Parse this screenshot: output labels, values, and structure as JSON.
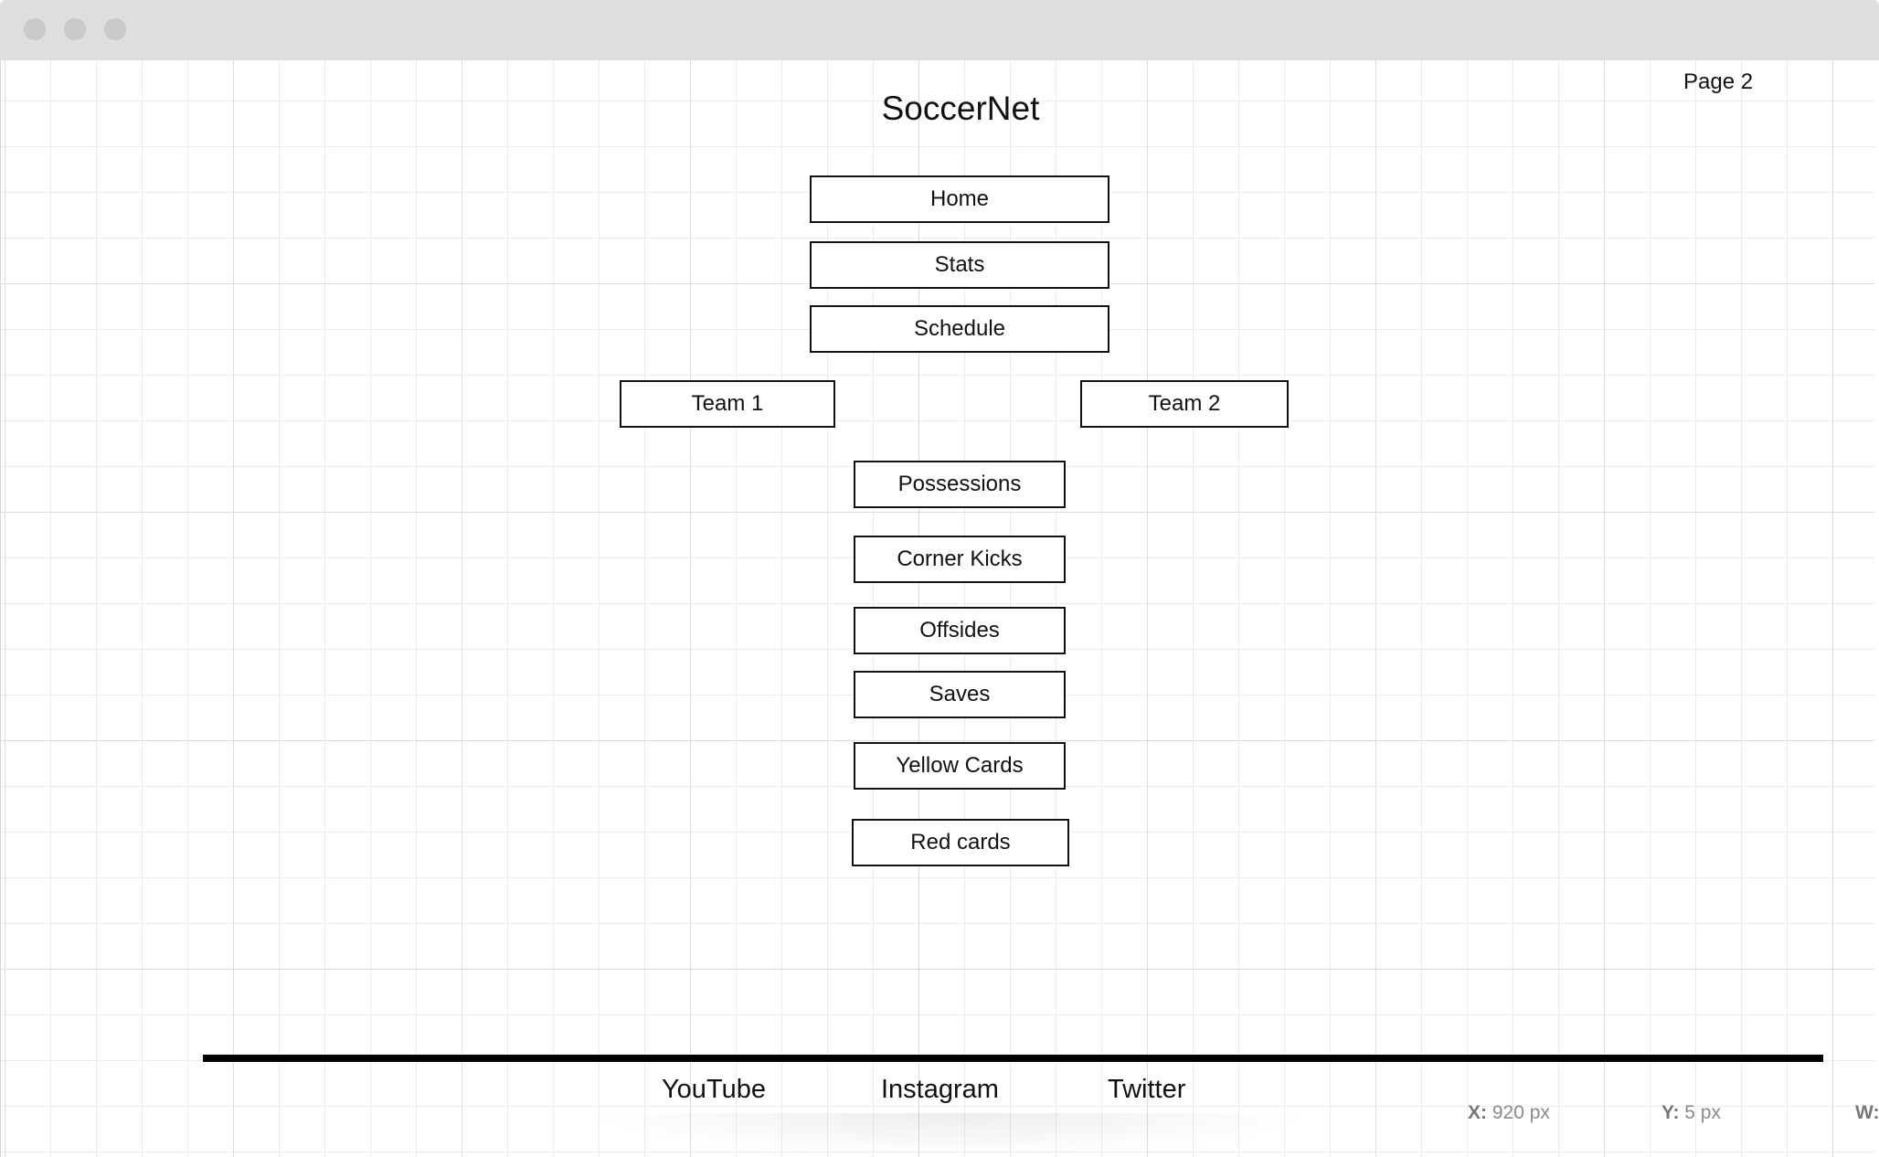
{
  "page_label": "Page 2",
  "app_title": "SoccerNet",
  "nav": {
    "home": "Home",
    "stats": "Stats",
    "schedule": "Schedule"
  },
  "teams": {
    "team1": "Team 1",
    "team2": "Team 2"
  },
  "stats": {
    "possessions": "Possessions",
    "corner_kicks": "Corner Kicks",
    "offsides": "Offsides",
    "saves": "Saves",
    "yellow_cards": "Yellow Cards",
    "red_cards": "Red cards"
  },
  "footer": {
    "youtube": "YouTube",
    "instagram": "Instagram",
    "twitter": "Twitter"
  },
  "readout": {
    "x_label": "X:",
    "x_value": "920 px",
    "y_label": "Y:",
    "y_value": "5 px",
    "w_label": "W:"
  }
}
